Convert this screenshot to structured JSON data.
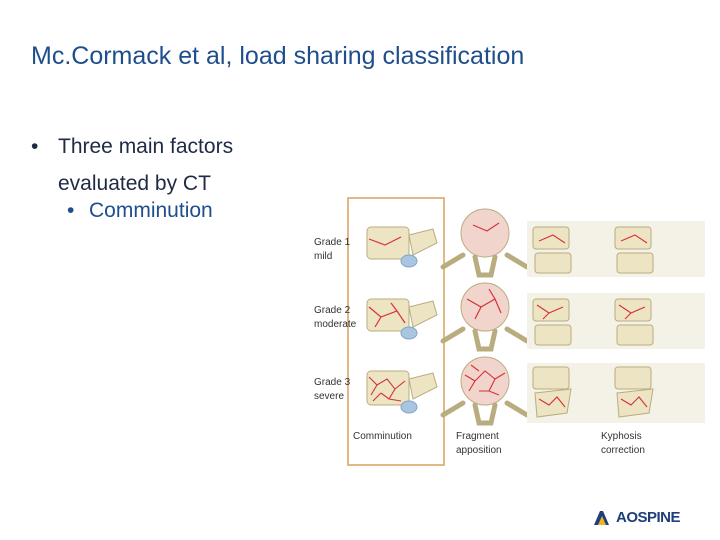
{
  "slide": {
    "title": "Mc.Cormack et al, load sharing classification",
    "bullet_marker": "•",
    "bullet1": "Three main factors evaluated by CT",
    "sub_bullet1": "Comminution"
  },
  "figure": {
    "grade1": "Grade 1",
    "grade1_desc": "mild",
    "grade2": "Grade 2",
    "grade2_desc": "moderate",
    "grade3": "Grade 3",
    "grade3_desc": "severe",
    "caption_comminution": "Comminution",
    "caption_fragment_line1": "Fragment",
    "caption_fragment_line2": "apposition",
    "caption_kyphosis_line1": "Kyphosis",
    "caption_kyphosis_line2": "correction",
    "highlight_color": "#d9a25f",
    "fracture_color": "#d8303a",
    "bone_color": "#ece4c2"
  },
  "logo": {
    "text": "AOSPINE"
  }
}
